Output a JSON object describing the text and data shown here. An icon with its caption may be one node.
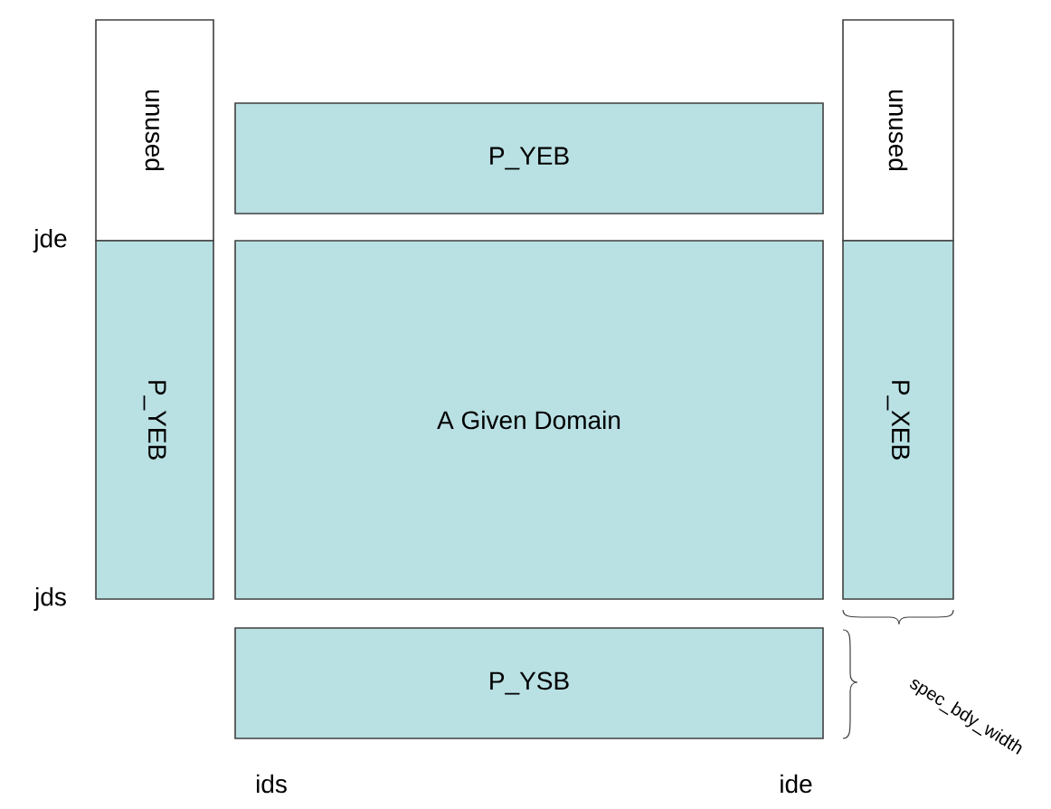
{
  "diagram": {
    "nodes": [
      {
        "text": [
          "unused"
        ]
      },
      {
        "text": [
          "P_YEB"
        ]
      },
      {
        "text": [
          "P_YEB"
        ]
      },
      {
        "text": [
          "A Given Domain"
        ]
      },
      {
        "text": [
          "unused"
        ]
      },
      {
        "text": [
          "P_XEB"
        ]
      },
      {
        "text": [
          "P_YSB"
        ]
      }
    ],
    "labels": [
      "jde",
      "jds",
      "ids",
      "ide",
      "spec_bdy_width"
    ]
  }
}
